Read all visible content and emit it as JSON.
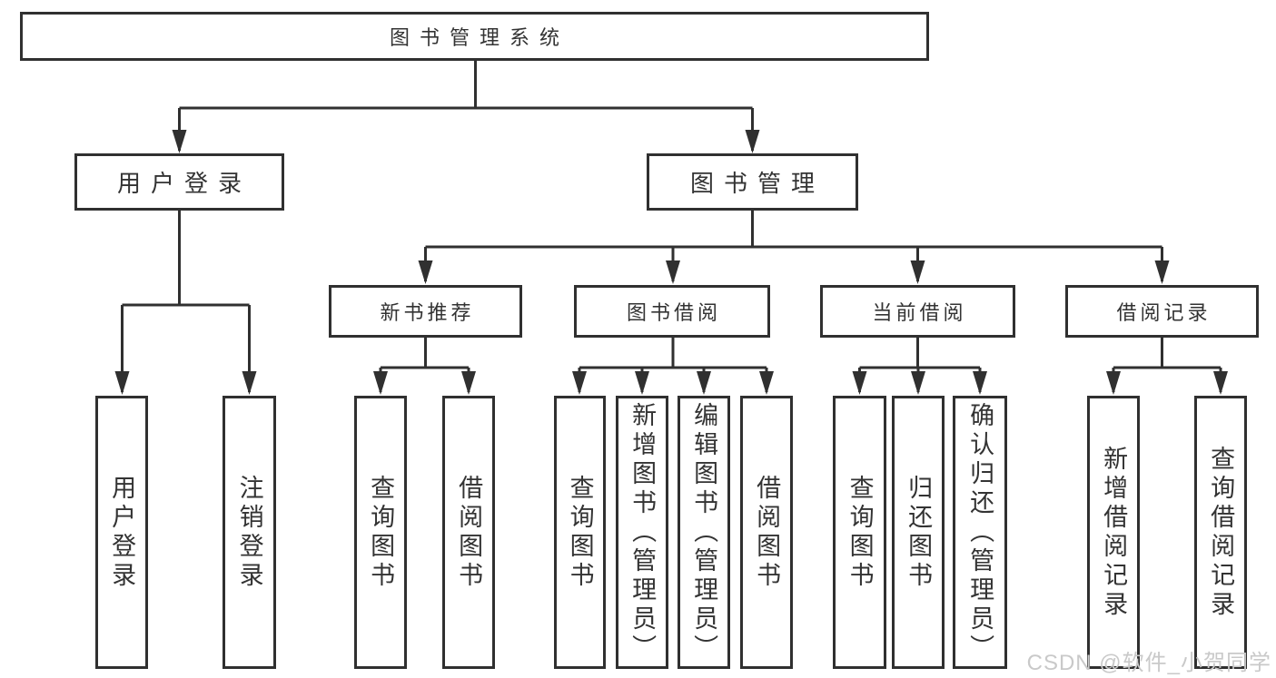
{
  "colors": {
    "line": "#303030",
    "border": "#303030",
    "text": "#333333",
    "background": "#ffffff",
    "watermark": "#c9c9c9"
  },
  "watermark": {
    "text": "CSDN @软件_小贺同学"
  },
  "tree": {
    "root": {
      "label": "图书管理系统"
    },
    "branches": [
      {
        "label": "用户登录",
        "children": [
          {
            "label": "用户登录"
          },
          {
            "label": "注销登录"
          }
        ]
      },
      {
        "label": "图书管理",
        "children": [
          {
            "label": "新书推荐",
            "children": [
              {
                "label": "查询图书"
              },
              {
                "label": "借阅图书"
              }
            ]
          },
          {
            "label": "图书借阅",
            "children": [
              {
                "label": "查询图书"
              },
              {
                "label": "新增图书（管理员）"
              },
              {
                "label": "编辑图书（管理员）"
              },
              {
                "label": "借阅图书"
              }
            ]
          },
          {
            "label": "当前借阅",
            "children": [
              {
                "label": "查询图书"
              },
              {
                "label": "归还图书"
              },
              {
                "label": "确认归还（管理员）"
              }
            ]
          },
          {
            "label": "借阅记录",
            "children": [
              {
                "label": "新增借阅记录"
              },
              {
                "label": "查询借阅记录"
              }
            ]
          }
        ]
      }
    ]
  }
}
